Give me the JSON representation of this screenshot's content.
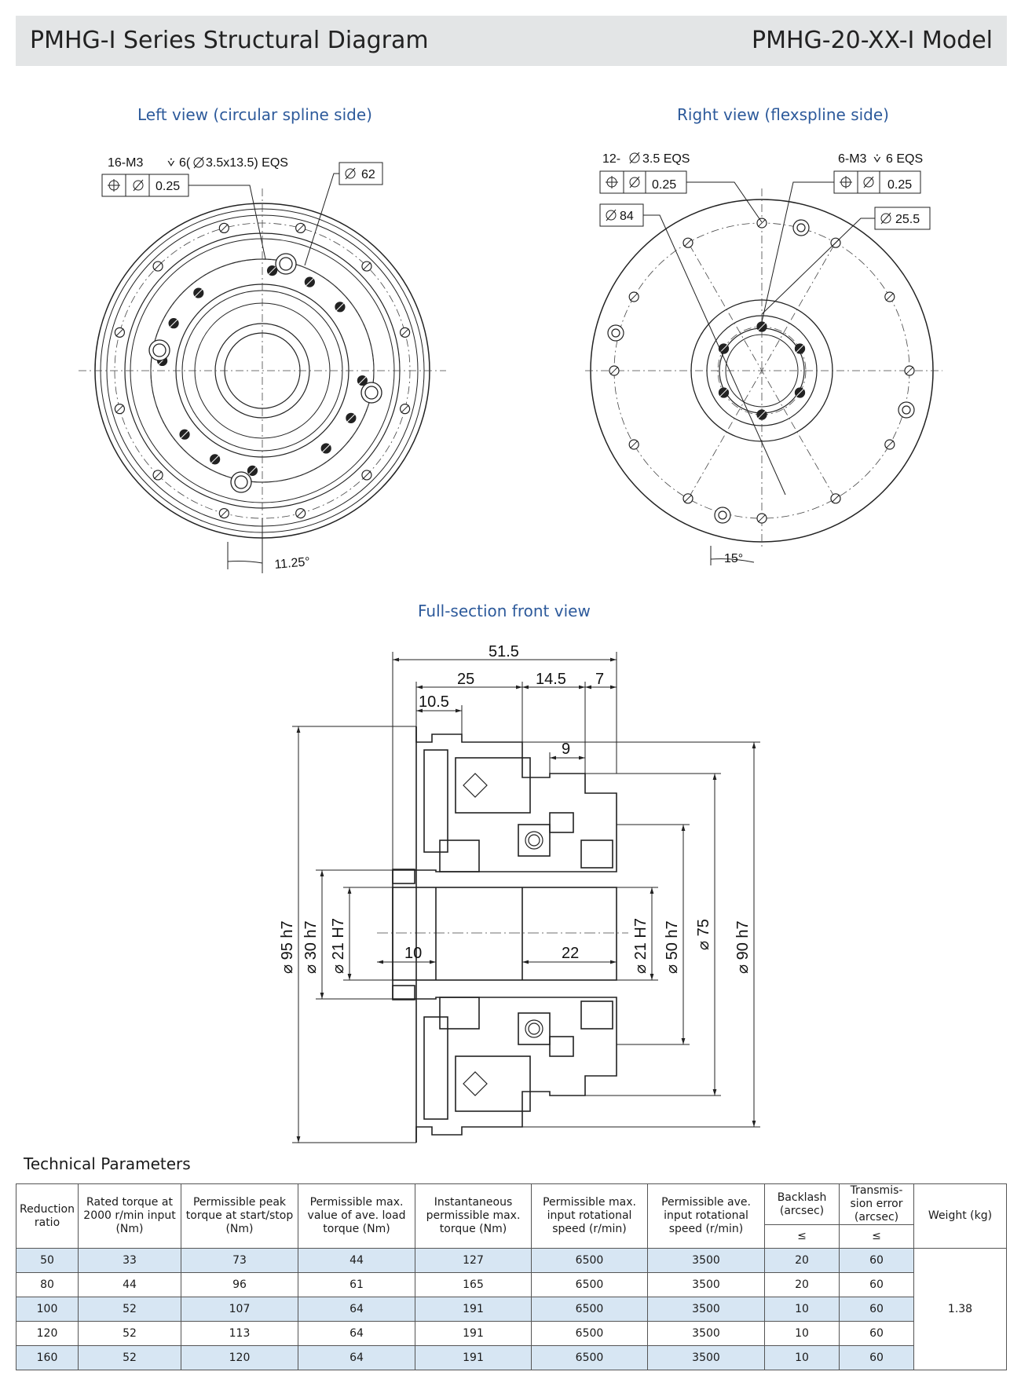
{
  "header": {
    "title": "PMHG-I Series Structural Diagram",
    "model": "PMHG-20-XX-I  Model"
  },
  "left_view": {
    "title": "Left view (circular spline side)",
    "hole_callout": "16-M3",
    "hole_callout_tail": "6(",
    "hole_callout_dia": "3.5x13.5) EQS",
    "tolerance": "0.25",
    "dia_62": "62",
    "angle": "11.25°"
  },
  "right_view": {
    "title": "Right view (flexspline side)",
    "hole_callout": "12-",
    "hole_callout_dia": "3.5 EQS",
    "tolerance_a": "0.25",
    "hole_callout_b": "6-M3",
    "hole_callout_b_tail": "6 EQS",
    "tolerance_b": "0.25",
    "dia_84": "84",
    "dia_25_5": "25.5",
    "angle": "15°"
  },
  "front_view": {
    "title": "Full-section front view",
    "dims": {
      "d51_5": "51.5",
      "d25": "25",
      "d14_5": "14.5",
      "d7": "7",
      "d10_5": "10.5",
      "d9": "9",
      "d10": "10",
      "d22": "22",
      "dia95": "95 h7",
      "dia30": "30 h7",
      "dia21l": "21 H7",
      "dia21r": "21 H7",
      "dia50": "50 h7",
      "dia75": "75",
      "dia90": "90 h7"
    }
  },
  "tech": {
    "title": "Technical Parameters",
    "headers": {
      "ratio": "Reduction ratio",
      "rated": "Rated torque at 2000 r/min input (Nm)",
      "peak": "Permissible peak torque at start/stop (Nm)",
      "avg_load": "Permissible max. value of ave. load torque (Nm)",
      "inst": "Instantaneous permissible max. torque (Nm)",
      "max_speed": "Permissible max. input rotational speed (r/min)",
      "avg_speed": "Permissible ave. input rotational speed (r/min)",
      "backlash": "Backlash (arcsec)",
      "trans": "Transmis-sion error (arcsec)",
      "le1": "≤",
      "le2": "≤",
      "weight": "Weight (kg)"
    },
    "rows": [
      [
        "50",
        "33",
        "73",
        "44",
        "127",
        "6500",
        "3500",
        "20",
        "60"
      ],
      [
        "80",
        "44",
        "96",
        "61",
        "165",
        "6500",
        "3500",
        "20",
        "60"
      ],
      [
        "100",
        "52",
        "107",
        "64",
        "191",
        "6500",
        "3500",
        "10",
        "60"
      ],
      [
        "120",
        "52",
        "113",
        "64",
        "191",
        "6500",
        "3500",
        "10",
        "60"
      ],
      [
        "160",
        "52",
        "120",
        "64",
        "191",
        "6500",
        "3500",
        "10",
        "60"
      ]
    ],
    "weight": "1.38",
    "colors": {
      "shade": "#d7e6f3",
      "title_blue": "#2d5a9b",
      "header_bg": "#e3e5e6"
    }
  }
}
